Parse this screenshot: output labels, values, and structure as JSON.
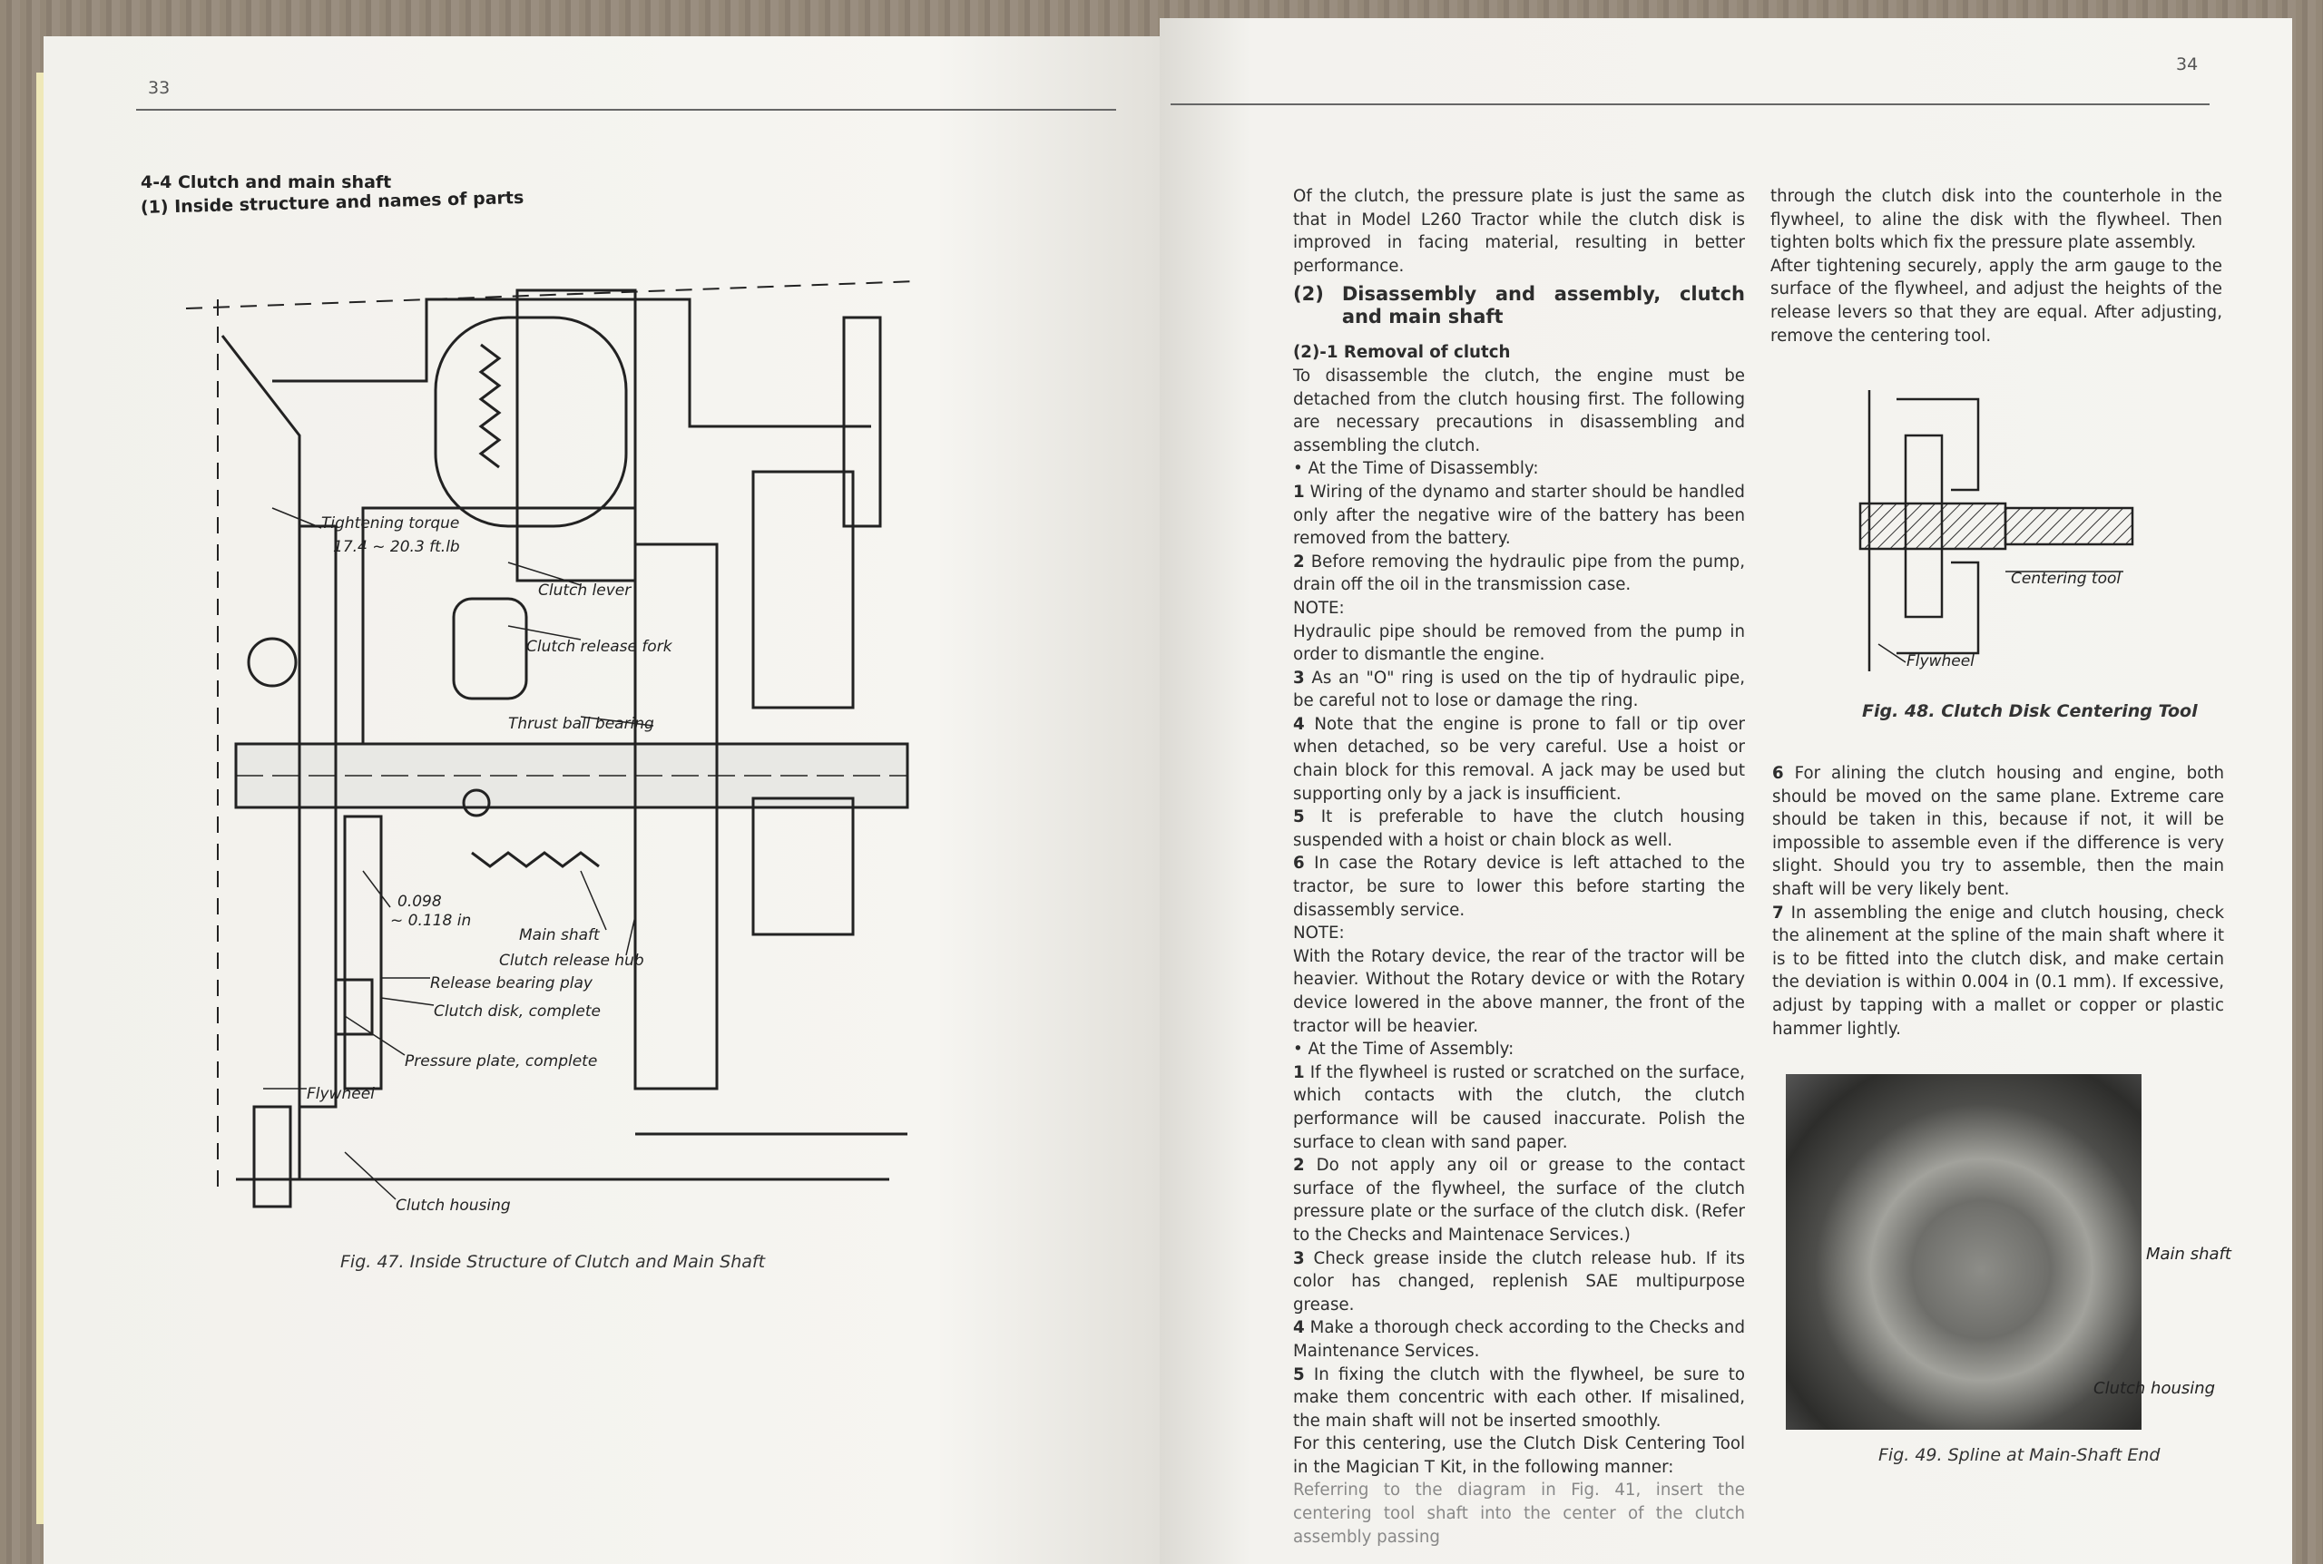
{
  "left_page": {
    "page_number": "33",
    "section_heading": "4-4  Clutch and main shaft",
    "subsection_heading": "(1)   Inside structure and names of parts",
    "figure_labels": {
      "tightening_torque": "Tightening torque",
      "torque_value": "17.4 ~ 20.3 ft.lb",
      "clutch_lever": "Clutch lever",
      "clutch_release_fork": "Clutch release fork",
      "thrust_ball_bearing": "Thrust ball bearing",
      "play_value_1": "0.098",
      "play_value_2": "~ 0.118 in",
      "main_shaft": "Main shaft",
      "clutch_release_hub": "Clutch release hub",
      "release_bearing_play": "Release bearing play",
      "clutch_disk": "Clutch disk, complete",
      "pressure_plate": "Pressure plate, complete",
      "flywheel": "Flywheel",
      "clutch_housing": "Clutch housing"
    },
    "figure_caption": "Fig. 47. Inside Structure of Clutch and Main Shaft"
  },
  "right_page": {
    "page_number": "34",
    "col1": {
      "intro": "Of the clutch, the pressure plate is just the same as that in Model L260 Tractor while the clutch disk is improved in facing material, resulting in better performance.",
      "h2_num": "(2)",
      "h2_text": "Disassembly and assembly, clutch and main shaft",
      "h3": "(2)-1 Removal of clutch",
      "p1": "To disassemble the clutch, the engine must be detached from the clutch housing first. The following are necessary precautions in disassembling and assembling the clutch.",
      "disassembly_bullet": "•  At the Time of Disassembly:",
      "d1_num": "1",
      "d1": "Wiring of the dynamo and starter should be handled only after the negative wire of the battery has been removed from the battery.",
      "d2_num": "2",
      "d2": "Before removing the hydraulic pipe from the pump, drain off the oil in the transmission case.",
      "note1_label": "NOTE:",
      "note1": "Hydraulic pipe should be removed from the pump in order to dismantle the engine.",
      "d3_num": "3",
      "d3": "As an \"O\" ring is used on the tip of hydraulic pipe, be careful not to lose or damage the ring.",
      "d4_num": "4",
      "d4": "Note that the engine is prone to fall or tip over when detached, so be very careful. Use a hoist or chain block for this removal. A jack may be used but supporting only by a jack is insufficient.",
      "d5_num": "5",
      "d5": "It is preferable to have the clutch housing suspended with a hoist or chain block as well.",
      "d6_num": "6",
      "d6": "In case the Rotary device is left attached to the tractor, be sure to lower this before starting the disassembly service.",
      "note2_label": "NOTE:",
      "note2": "With the Rotary device, the rear of the tractor will be heavier. Without the Rotary device or with the Rotary device lowered in the above manner, the front of the tractor will be heavier.",
      "assembly_bullet": "•  At the Time of Assembly:",
      "a1_num": "1",
      "a1": "If the flywheel is rusted or scratched on the surface, which contacts with the clutch, the clutch performance will be caused inaccurate. Polish the surface to clean with sand paper.",
      "a2_num": "2",
      "a2": "Do not apply any oil or grease to the contact surface of the flywheel, the surface of the clutch pressure plate or the surface of the clutch disk. (Refer to the Checks and Maintenace Services.)",
      "a3_num": "3",
      "a3": "Check grease inside the clutch release hub. If its color has changed, replenish SAE multipurpose grease.",
      "a4_num": "4",
      "a4": "Make a thorough check according to the Checks and Maintenance Services.",
      "a5_num": "5",
      "a5": "In fixing the clutch with the flywheel, be sure to make them concentric with each other. If misalined, the main shaft will not be inserted smoothly.",
      "centering": "For this centering, use the Clutch Disk Centering Tool in the Magician T Kit, in the following manner:",
      "referring": "Referring to the diagram in Fig. 41, insert the centering tool shaft into the center of the clutch assembly passing"
    },
    "col2": {
      "continuation": "through the clutch disk into the counterhole in the flywheel, to aline the disk with the flywheel. Then tighten bolts which fix the pressure plate assembly.",
      "after_tightening": "After tightening securely, apply the arm gauge to the surface of the flywheel, and adjust the heights of the release levers so that they are equal. After adjusting, remove the centering tool.",
      "fig48_labels": {
        "centering_tool": "Centering tool",
        "flywheel": "Flywheel"
      },
      "fig48_caption": "Fig. 48. Clutch Disk Centering Tool",
      "a6_num": "6",
      "a6": "For alining the clutch housing and engine, both should be moved on the same plane. Extreme care should be taken in this, because if not, it will be impossible to assemble even if the difference is very slight. Should you try to assemble, then the main shaft will be very likely bent.",
      "a7_num": "7",
      "a7": "In assembling the enige and clutch housing, check the alinement at the spline of the main shaft where it is to be fitted into the clutch disk, and make certain the deviation is within 0.004 in (0.1 mm). If excessive, adjust by tapping with a mallet or copper or plastic hammer lightly.",
      "fig49_labels": {
        "main_shaft": "Main shaft",
        "clutch_housing": "Clutch housing"
      },
      "fig49_caption": "Fig. 49. Spline at Main-Shaft End"
    }
  }
}
